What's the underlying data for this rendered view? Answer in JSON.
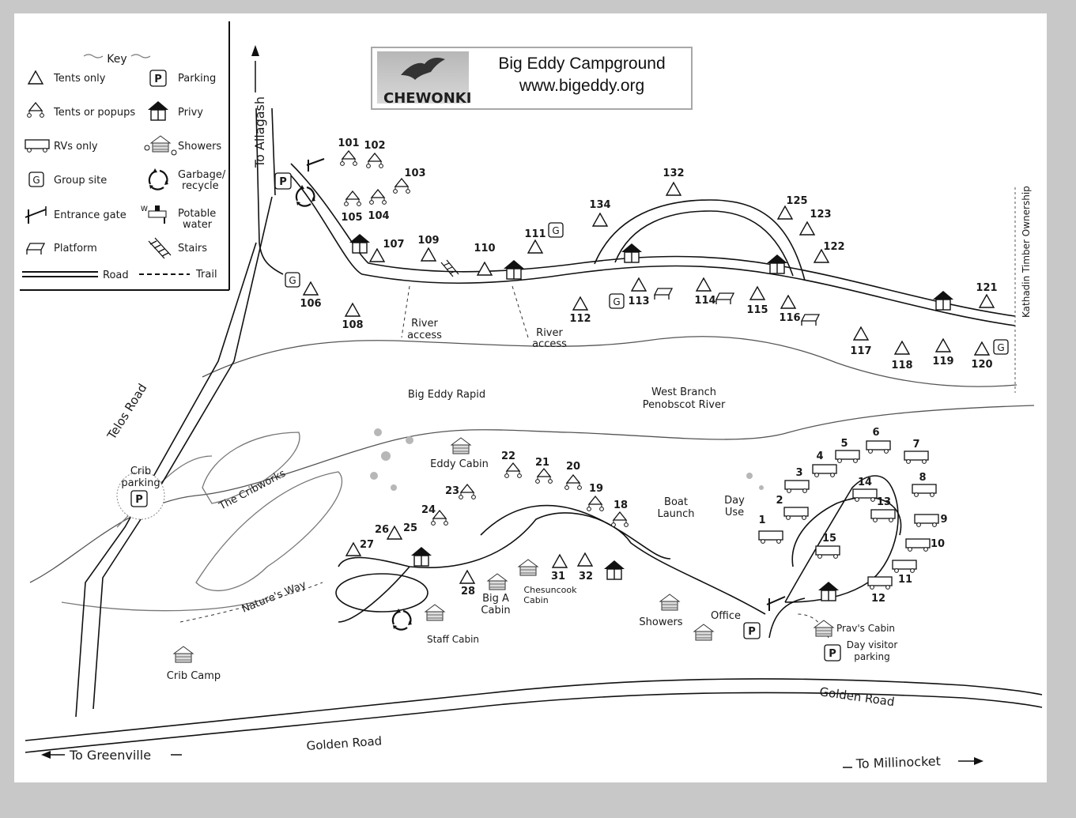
{
  "header": {
    "brand": "CHEWONKI",
    "title": "Big Eddy Campground",
    "url": "www.bigeddy.org"
  },
  "key": {
    "title": "Key",
    "tents_only": "Tents only",
    "tents_or_popups": "Tents or popups",
    "rvs_only": "RVs only",
    "group_site": "Group site",
    "entrance_gate": "Entrance gate",
    "platform": "Platform",
    "parking": "Parking",
    "privy": "Privy",
    "showers": "Showers",
    "garbage_1": "Garbage/",
    "garbage_2": "recycle",
    "water_1": "Potable",
    "water_2": "water",
    "stairs": "Stairs",
    "road": "Road",
    "trail": "Trail",
    "group_letter": "G",
    "parking_letter": "P"
  },
  "roads": {
    "to_allagash": "To Allagash",
    "telos_road": "Telos Road",
    "golden_road_bottom": "Golden Road",
    "golden_road_right": "Golden Road",
    "to_greenville": "To Greenville",
    "to_millinocket": "To Millinocket",
    "kathadin": "Kathadin Timber Ownership"
  },
  "places": {
    "river_access_1a": "River",
    "river_access_1b": "access",
    "river_access_2a": "River",
    "river_access_2b": "access",
    "big_eddy_rapid": "Big Eddy Rapid",
    "west_branch_1": "West Branch",
    "west_branch_2": "Penobscot River",
    "crib_parking_1": "Crib",
    "crib_parking_2": "parking",
    "cribworks": "The Cribworks",
    "natures_way": "Nature's Way",
    "eddy_cabin": "Eddy Cabin",
    "boat_launch_1": "Boat",
    "boat_launch_2": "Launch",
    "day_use_1": "Day",
    "day_use_2": "Use",
    "big_a_cabin_1": "Big A",
    "big_a_cabin_2": "Cabin",
    "chesuncook_1": "Chesuncook",
    "chesuncook_2": "Cabin",
    "staff_cabin": "Staff Cabin",
    "showers": "Showers",
    "office": "Office",
    "pravs_cabin": "Prav's Cabin",
    "day_visitor_1": "Day visitor",
    "day_visitor_2": "parking",
    "crib_camp": "Crib Camp"
  },
  "sites": {
    "s101": "101",
    "s102": "102",
    "s103": "103",
    "s104": "104",
    "s105": "105",
    "s106": "106",
    "s107": "107",
    "s108": "108",
    "s109": "109",
    "s110": "110",
    "s111": "111",
    "s112": "112",
    "s113": "113",
    "s114": "114",
    "s115": "115",
    "s116": "116",
    "s117": "117",
    "s118": "118",
    "s119": "119",
    "s120": "120",
    "s121": "121",
    "s122": "122",
    "s123": "123",
    "s125": "125",
    "s132": "132",
    "s134": "134",
    "s1": "1",
    "s2": "2",
    "s3": "3",
    "s4": "4",
    "s5": "5",
    "s6": "6",
    "s7": "7",
    "s8": "8",
    "s9": "9",
    "s10": "10",
    "s11": "11",
    "s12": "12",
    "s13": "13",
    "s14": "14",
    "s15": "15",
    "s18": "18",
    "s19": "19",
    "s20": "20",
    "s21": "21",
    "s22": "22",
    "s23": "23",
    "s24": "24",
    "s25": "25",
    "s26": "26",
    "s27": "27",
    "s28": "28",
    "s31": "31",
    "s32": "32"
  },
  "map_letters": {
    "group": "G",
    "parking": "P"
  }
}
